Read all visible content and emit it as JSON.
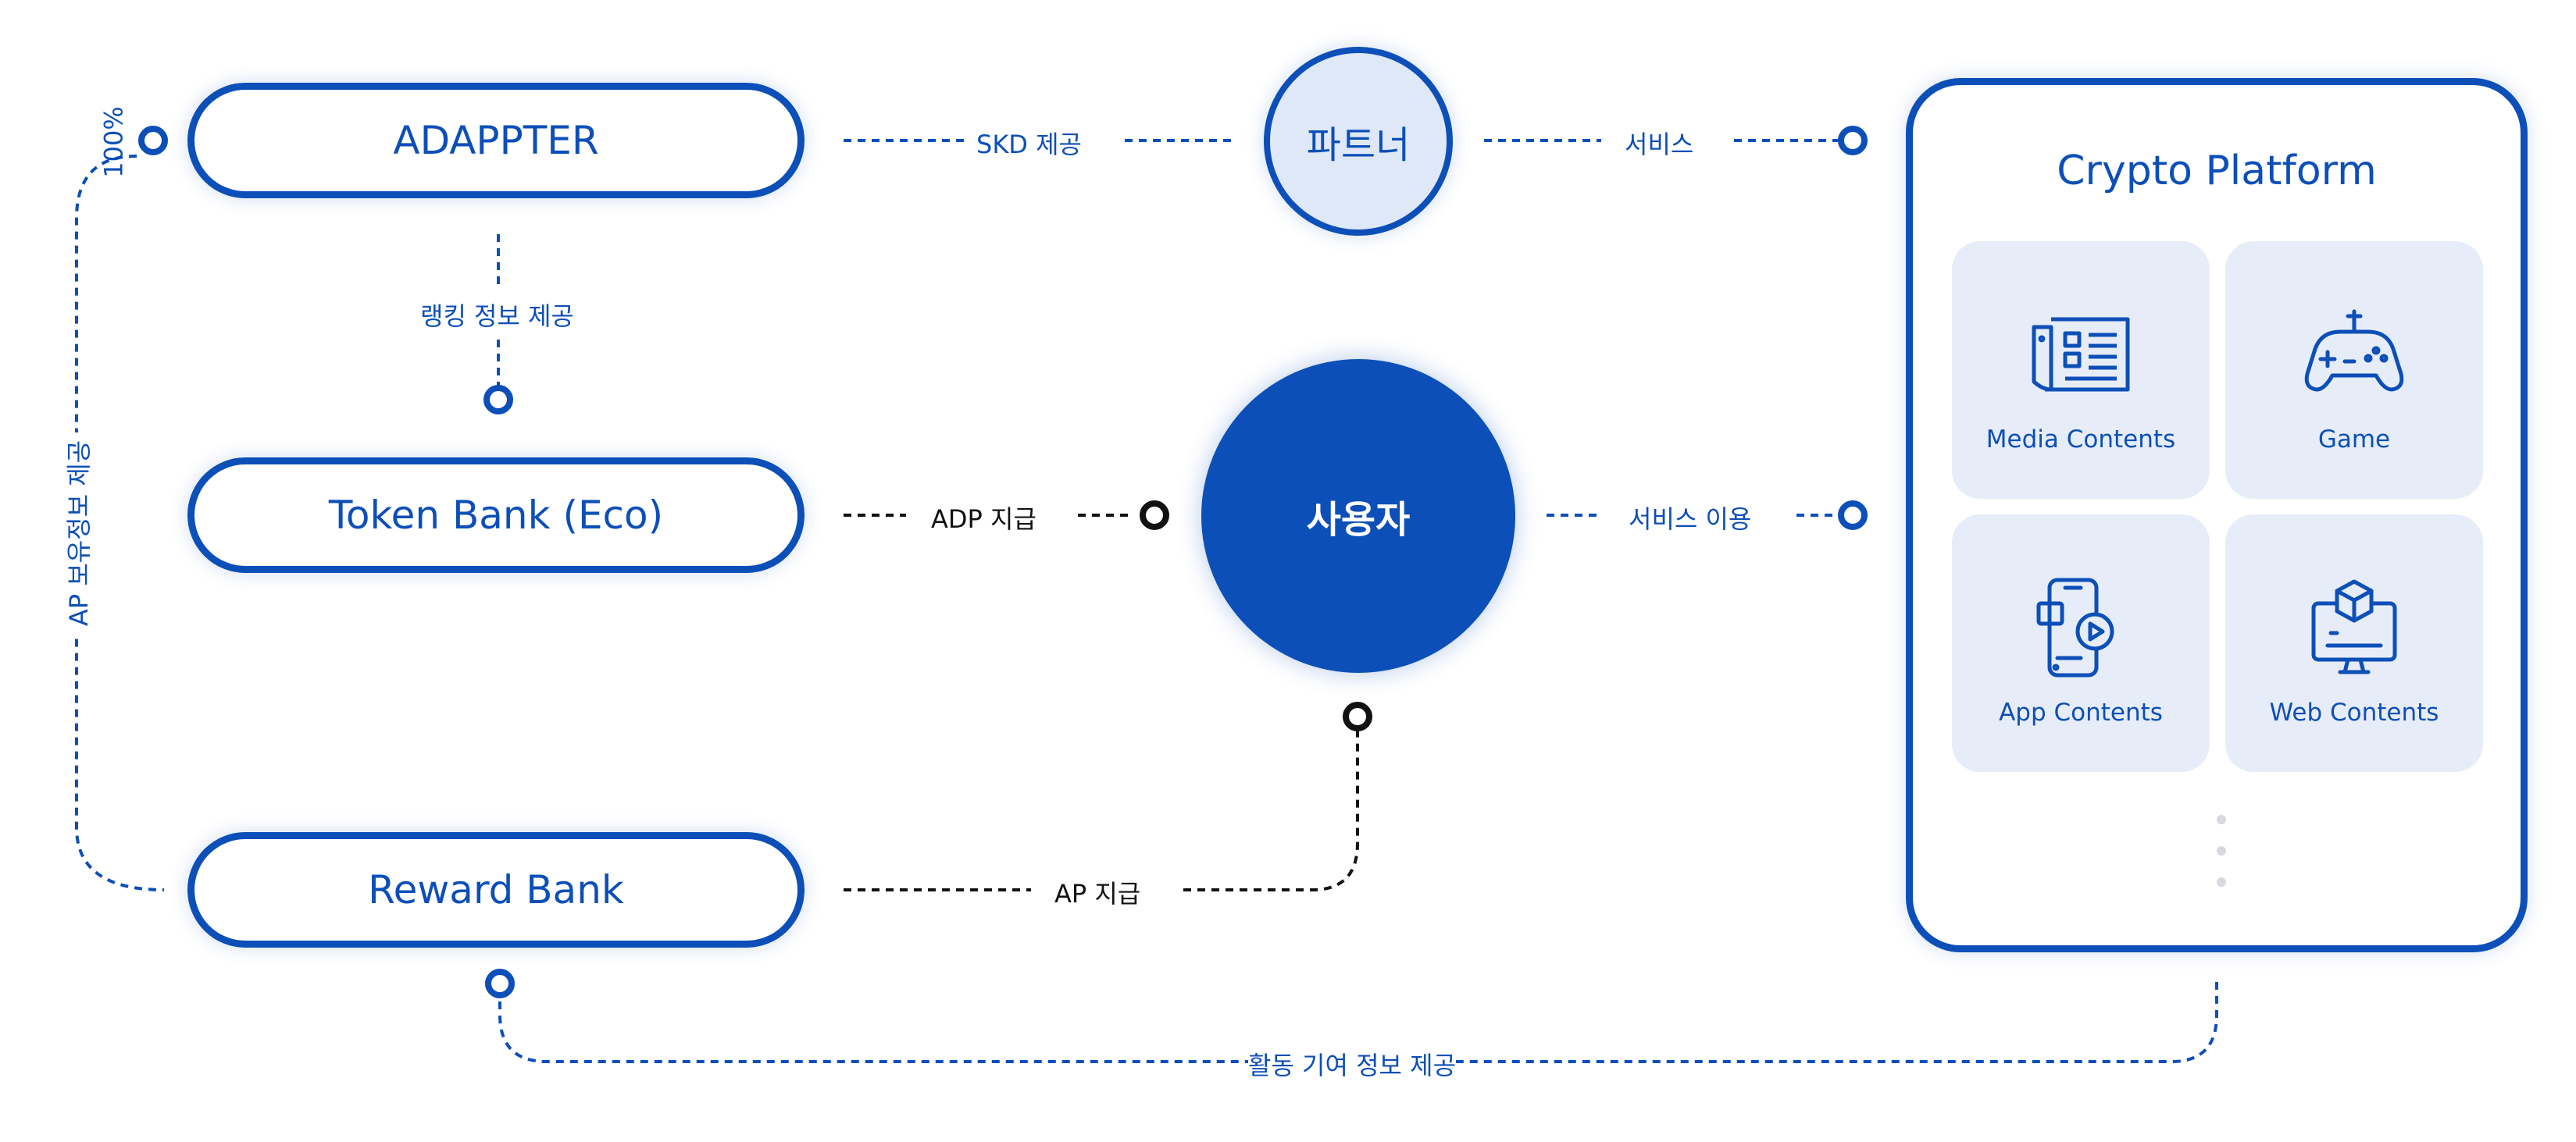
{
  "nodes": {
    "adappter": "ADAPPTER",
    "token_bank": "Token Bank (Eco)",
    "reward_bank": "Reward Bank",
    "partner": "파트너",
    "user": "사용자",
    "platform_title": "Crypto Platform"
  },
  "platform_tiles": [
    {
      "label": "Media Contents",
      "icon": "media-contents-icon"
    },
    {
      "label": "Game",
      "icon": "gamepad-icon"
    },
    {
      "label": "App Contents",
      "icon": "mobile-app-icon"
    },
    {
      "label": "Web Contents",
      "icon": "web-monitor-icon"
    }
  ],
  "edges": {
    "sdk": "SKD 제공",
    "service": "서비스",
    "ranking": "랭킹 정보 제공",
    "adp_pay": "ADP 지급",
    "service_use": "서비스 이용",
    "ap_pay": "AP 지급",
    "activity": "활동 기여 정보 제공",
    "ap_holding": "AP 보유정보 제공",
    "percent": "100%"
  },
  "colors": {
    "primary": "#0d4fb8",
    "tile_bg": "#e7edf8",
    "partner_fill": "#dfe8f7",
    "dark_line": "#111111"
  }
}
